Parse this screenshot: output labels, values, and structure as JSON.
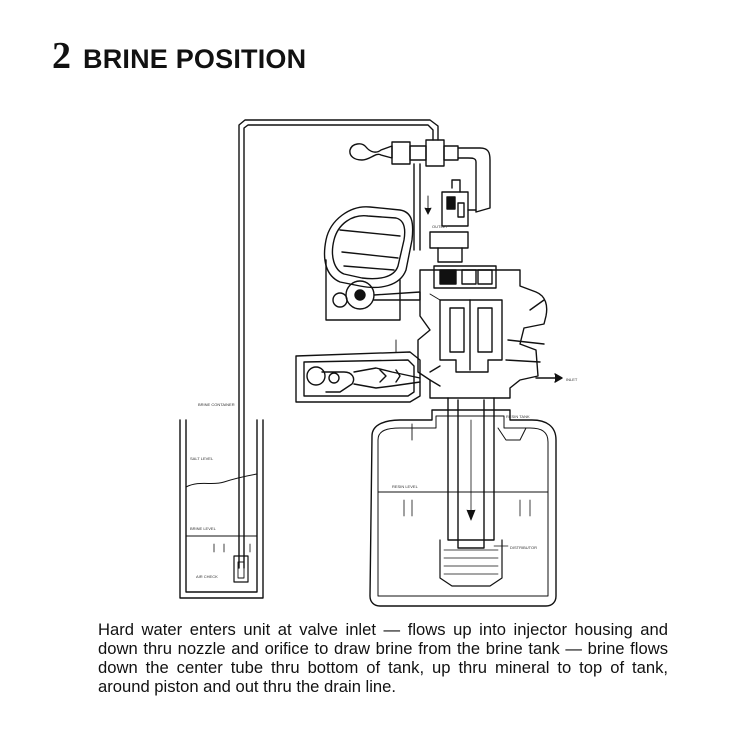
{
  "header": {
    "number": "2",
    "title": "BRINE POSITION"
  },
  "diagram": {
    "labels": {
      "brine_container": "BRINE CONTAINER",
      "salt_level": "SALT LEVEL",
      "brine_level": "BRINE LEVEL",
      "air_check": "AIR CHECK",
      "outlet": "OUTLET",
      "inlet": "INLET",
      "resin_tank": "RESIN TANK",
      "resin_level": "RESIN LEVEL",
      "distributor": "DISTRIBUTOR"
    }
  },
  "caption": "Hard water enters unit at valve inlet — flows up into injector housing and down thru nozzle and orifice to draw brine from the brine tank — brine flows down the center tube thru bottom of tank, up thru mineral to top of tank, around piston and out thru the drain line."
}
